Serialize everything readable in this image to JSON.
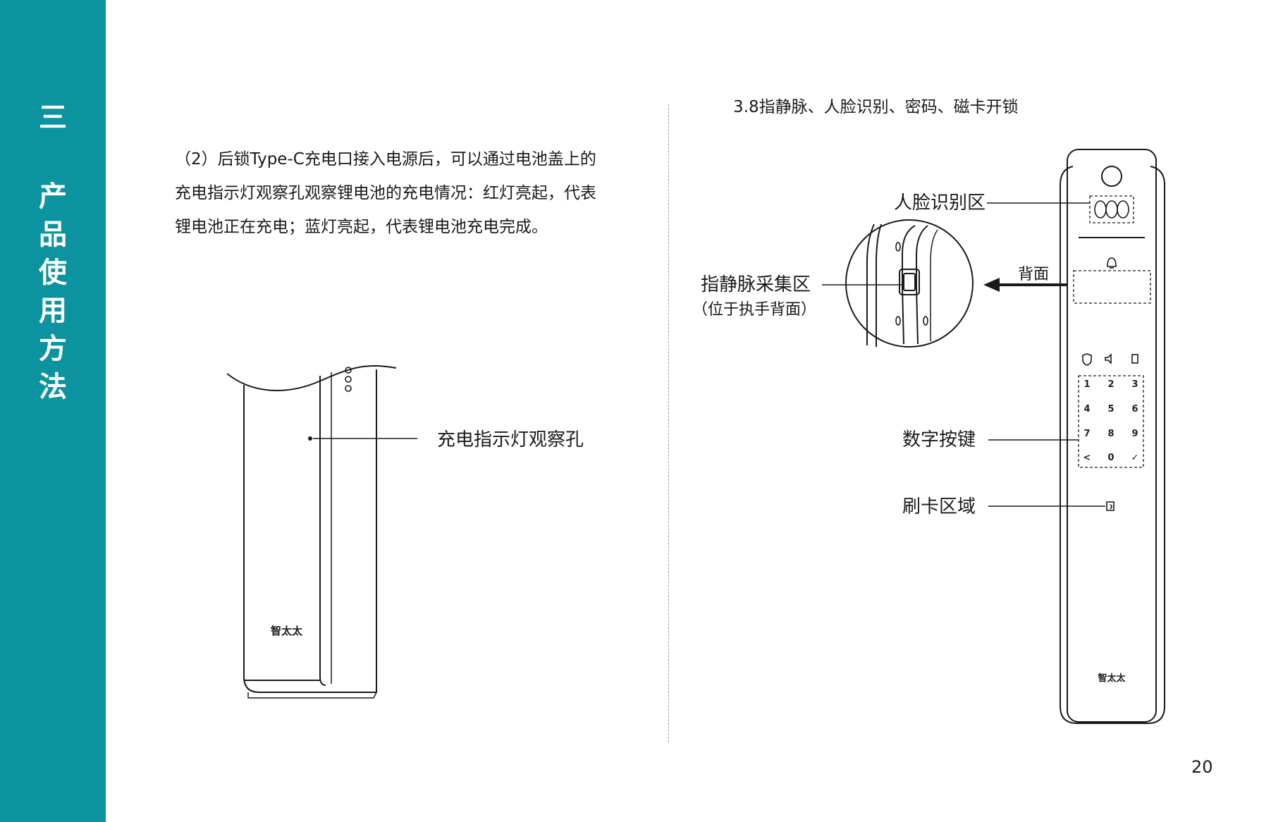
{
  "sidebar": {
    "chapter_number": "三",
    "chapter_title_chars": [
      "产",
      "品",
      "使",
      "用",
      "方",
      "法"
    ],
    "color": "#0b949f"
  },
  "left": {
    "paragraph": "（2）后锁Type-C充电口接入电源后，可以通过电池盖上的充电指示灯观察孔观察锂电池的充电情况：红灯亮起，代表锂电池正在充电；蓝灯亮起，代表锂电池充电完成。",
    "callout_label": "充电指示灯观察孔",
    "logo_text": "智太太"
  },
  "right": {
    "section_heading": "3.8指静脉、人脸识别、密码、磁卡开锁",
    "labels": {
      "face": "人脸识别区",
      "vein": "指静脉采集区",
      "vein_note": "（位于执手背面）",
      "back": "背面",
      "keypad": "数字按键",
      "card": "刷卡区域"
    },
    "keypad_keys": [
      "1",
      "2",
      "3",
      "4",
      "5",
      "6",
      "7",
      "8",
      "9",
      "<",
      "0",
      "✓"
    ],
    "logo_text": "智太太"
  },
  "page_number": "20"
}
